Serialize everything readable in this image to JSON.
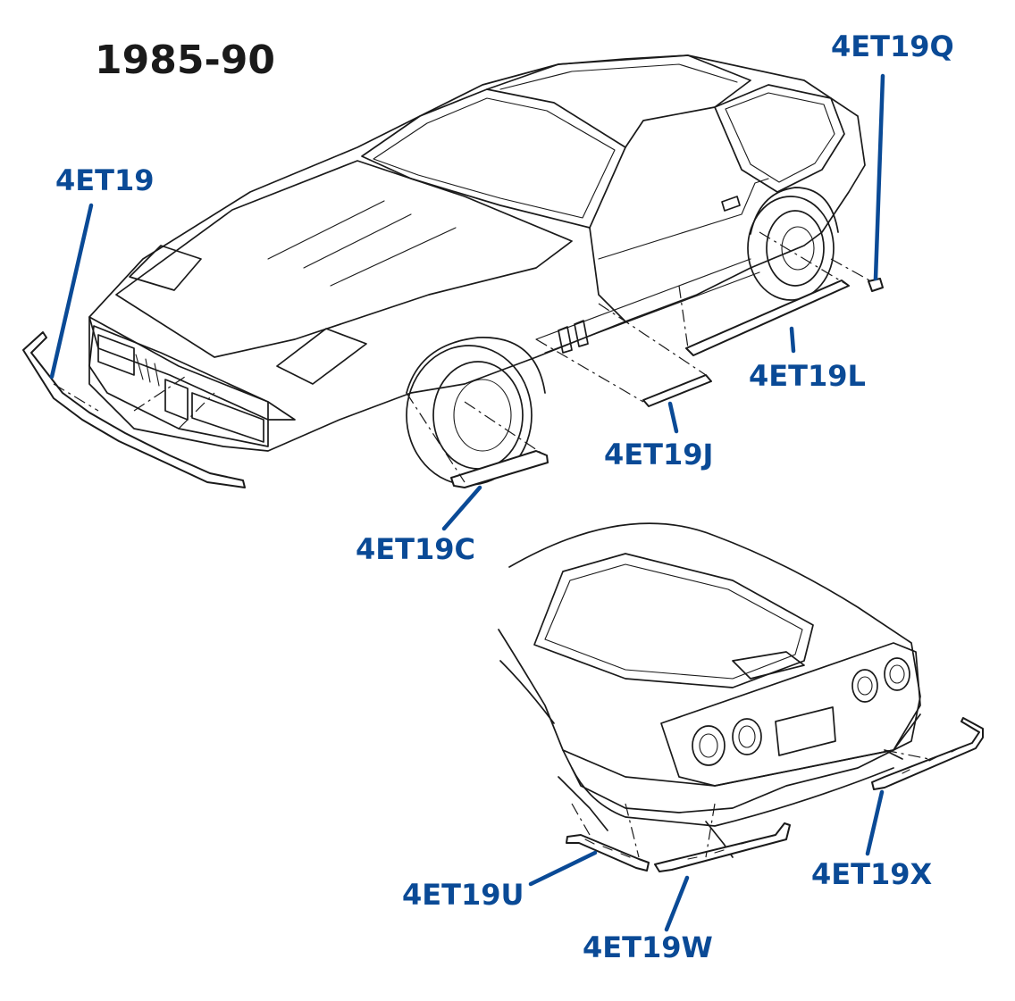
{
  "title": "1985-90",
  "colors": {
    "callout": "#0a4a96",
    "linework": "#1a1a1a",
    "background": "#ffffff"
  },
  "callouts": {
    "front_lip": "4ET19",
    "rear_splash_right": "4ET19Q",
    "rocker_rear": "4ET19L",
    "rocker_front": "4ET19J",
    "front_wheel_splash": "4ET19C",
    "rear_lower_left": "4ET19U",
    "rear_lower_center": "4ET19W",
    "rear_lower_right": "4ET19X"
  }
}
